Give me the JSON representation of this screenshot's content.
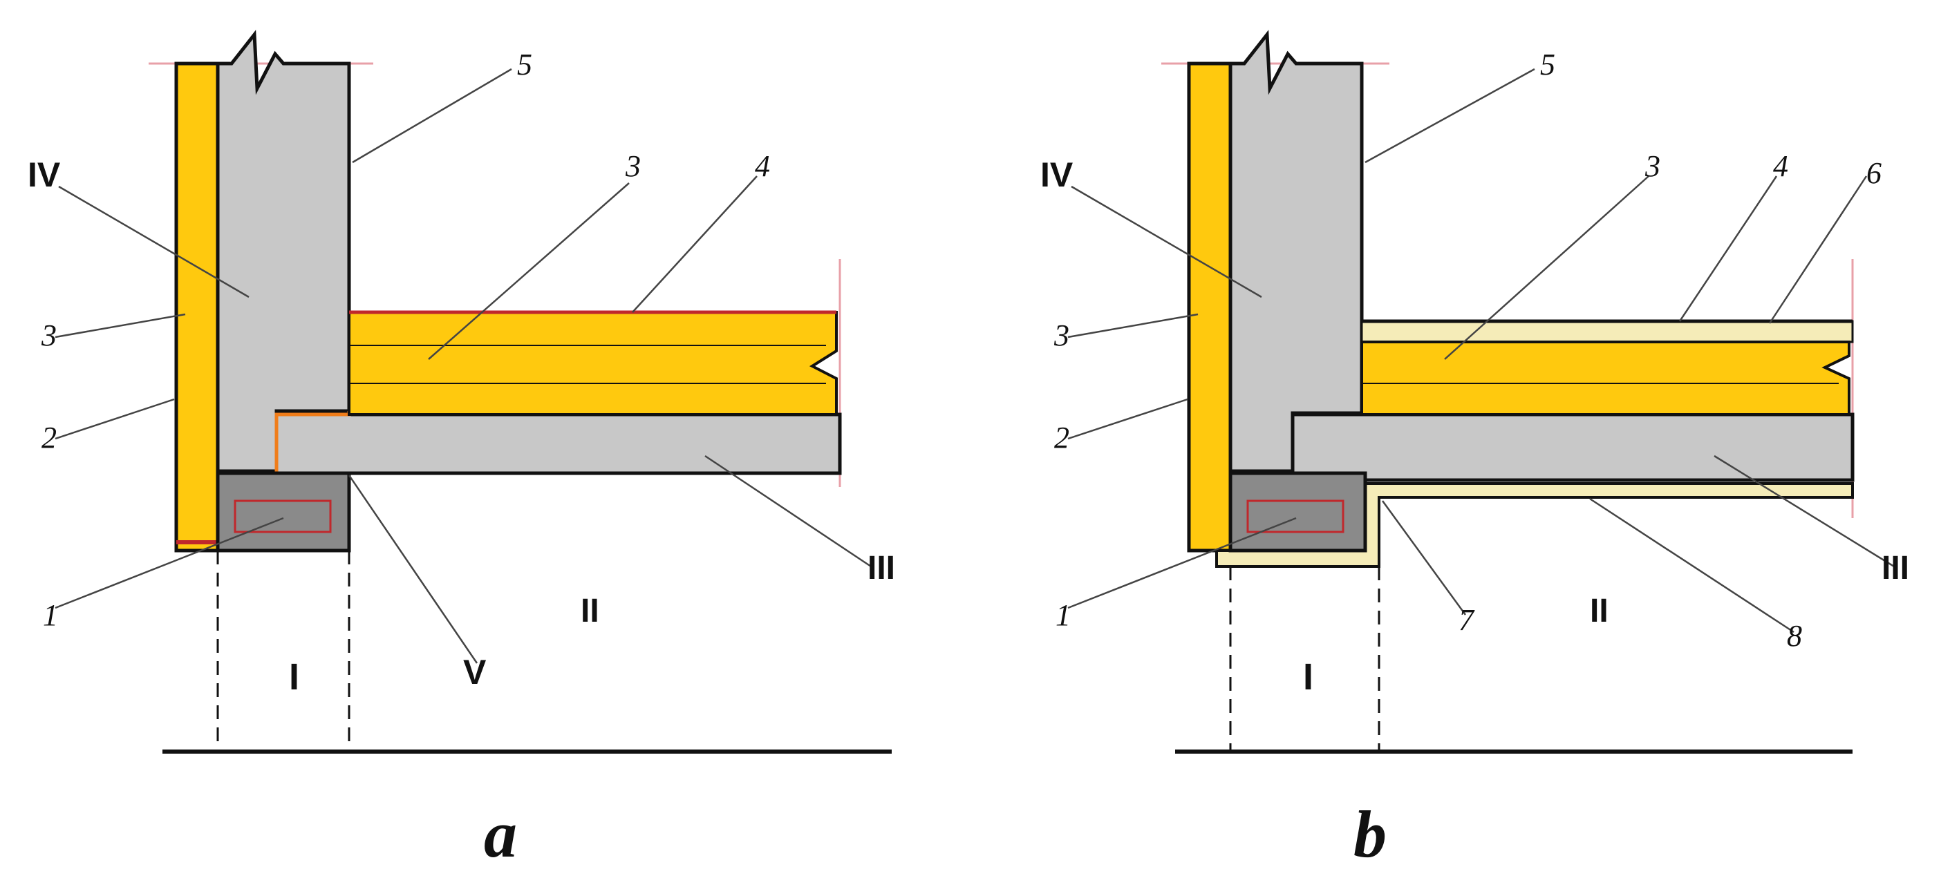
{
  "colors": {
    "concrete": "#c8c8c8",
    "insulation": "#ffc90e",
    "beam": "#8a8a8a",
    "beam_outline": "#c0282c",
    "membrane_red": "#c0282c",
    "membrane_orange": "#f07d1a",
    "pale_layer": "#f5ecb8",
    "outline": "#111111",
    "cut_line": "#e8a0a8"
  },
  "panels": [
    {
      "caption": "a",
      "labels": {
        "roman_I": "I",
        "roman_II": "II",
        "roman_III": "III",
        "roman_IV": "IV",
        "roman_V": "V",
        "num_1": "1",
        "num_2": "2",
        "num_3_left": "3",
        "num_3_slab": "3",
        "num_4": "4",
        "num_5": "5"
      }
    },
    {
      "caption": "b",
      "labels": {
        "roman_I": "I",
        "roman_II": "II",
        "roman_III": "III",
        "roman_IV": "IV",
        "num_1": "1",
        "num_2": "2",
        "num_3_left": "3",
        "num_3_slab": "3",
        "num_4": "4",
        "num_5": "5",
        "num_6": "6",
        "num_7": "7",
        "num_8": "8"
      }
    }
  ]
}
